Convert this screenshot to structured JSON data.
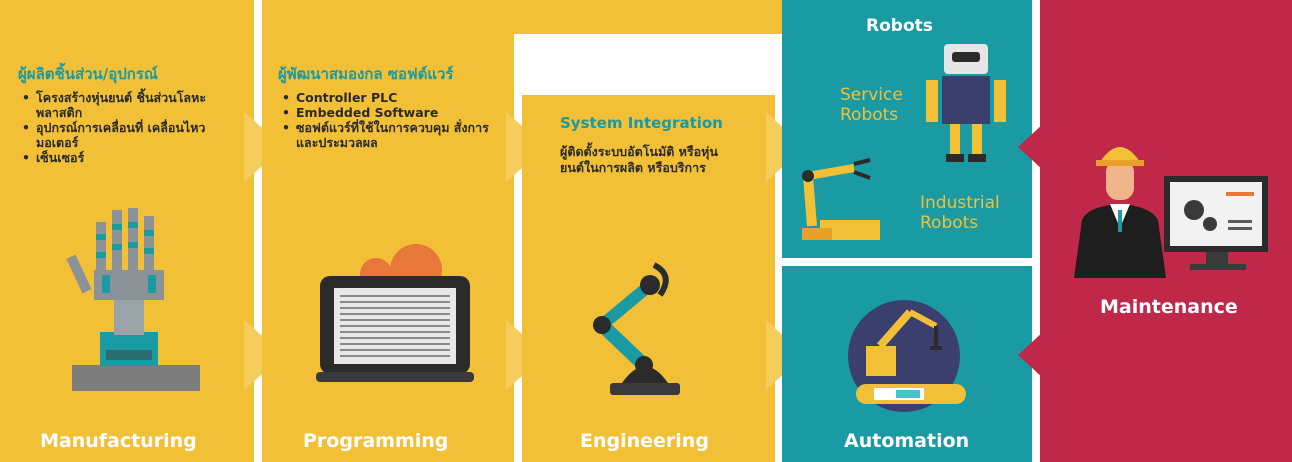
{
  "manufacturing": {
    "heading": "ผู้ผลิตชิ้นส่วน/อุปกรณ์",
    "bullets": [
      "โครงสร้างหุ่นยนต์ ชิ้นส่วนโลหะ พลาสติก",
      "อุปกรณ์การเคลื่อนที่ เคลื่อนไหว มอเตอร์",
      "เซ็นเซอร์"
    ],
    "label": "Manufacturing"
  },
  "programming": {
    "heading": "ผู้พัฒนาสมองกล ซอฟต์แวร์",
    "bullets": [
      "Controller PLC",
      "Embedded Software",
      "ซอฟต์แวร์ที่ใช้ในการควบคุม สั่งการ และประมวลผล"
    ],
    "label": "Programming"
  },
  "engineering": {
    "heading": "System Integration",
    "text": "ผู้ติดตั้งระบบอัตโนมัติ หรือหุ่นยนต์ในการผลิต หรือบริการ",
    "label": "Engineering"
  },
  "robots": {
    "title": "Robots",
    "service": "Service Robots",
    "industrial": "Industrial Robots"
  },
  "automation": {
    "label": "Automation"
  },
  "maintenance": {
    "label": "Maintenance"
  },
  "colors": {
    "yellow": "#f2c037",
    "teal": "#1a9aa3",
    "red": "#c0284a"
  }
}
